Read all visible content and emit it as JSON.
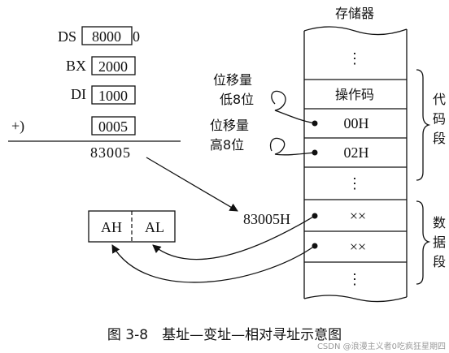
{
  "registers": [
    {
      "name": "DS",
      "value": "8000",
      "suffix": "0"
    },
    {
      "name": "BX",
      "value": "2000",
      "suffix": ""
    },
    {
      "name": "DI",
      "value": "1000",
      "suffix": ""
    },
    {
      "name": "+)",
      "value": "0005",
      "suffix": ""
    }
  ],
  "sum": "83005",
  "memory": {
    "title": "存储器",
    "cells": [
      "⋮",
      "操作码",
      "00H",
      "02H",
      "⋮",
      "××",
      "××",
      "⋮"
    ],
    "address_label": "83005H"
  },
  "annotations": {
    "disp_low": [
      "位移量",
      "低8位"
    ],
    "disp_high": [
      "位移量",
      "高8位"
    ]
  },
  "segments": {
    "code": [
      "代",
      "码",
      "段"
    ],
    "data": [
      "数",
      "据",
      "段"
    ]
  },
  "accumulator": {
    "high": "AH",
    "low": "AL"
  },
  "caption": "图 3-8　基址—变址—相对寻址示意图",
  "watermark": "CSDN @浪漫主义者0吃疯狂星期四"
}
